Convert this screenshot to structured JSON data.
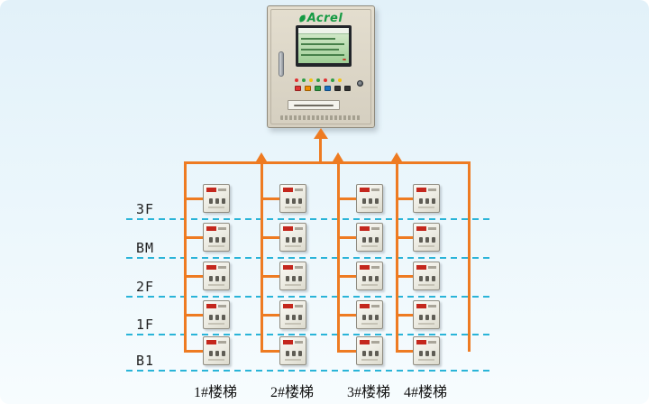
{
  "diagram": {
    "cabinet": {
      "brand": "Acrel"
    },
    "floors": [
      {
        "label": "3F"
      },
      {
        "label": "BM"
      },
      {
        "label": "2F"
      },
      {
        "label": "1F"
      },
      {
        "label": "B1"
      }
    ],
    "columns": [
      {
        "label": "1#楼梯"
      },
      {
        "label": "2#楼梯"
      },
      {
        "label": "3#楼梯"
      },
      {
        "label": "4#楼梯"
      }
    ],
    "grid": {
      "rows": 5,
      "cols": 4,
      "device_count": 20
    }
  },
  "colors": {
    "bus_orange": "#ee7b22",
    "floor_line_cyan": "#2ab4d8",
    "device_red": "#c4271d",
    "brand_green": "#159a43",
    "cabinet_beige": "#d8d2c3",
    "background_blue": "#e7f3fa",
    "leds": [
      "#e03131",
      "#2f9e44",
      "#f5c211",
      "#2f9e44",
      "#e03131",
      "#2f9e44",
      "#f5c211"
    ],
    "buttons": [
      "#e03131",
      "#f08c00",
      "#2f9e44",
      "#1971c2",
      "#333333",
      "#333333"
    ]
  }
}
